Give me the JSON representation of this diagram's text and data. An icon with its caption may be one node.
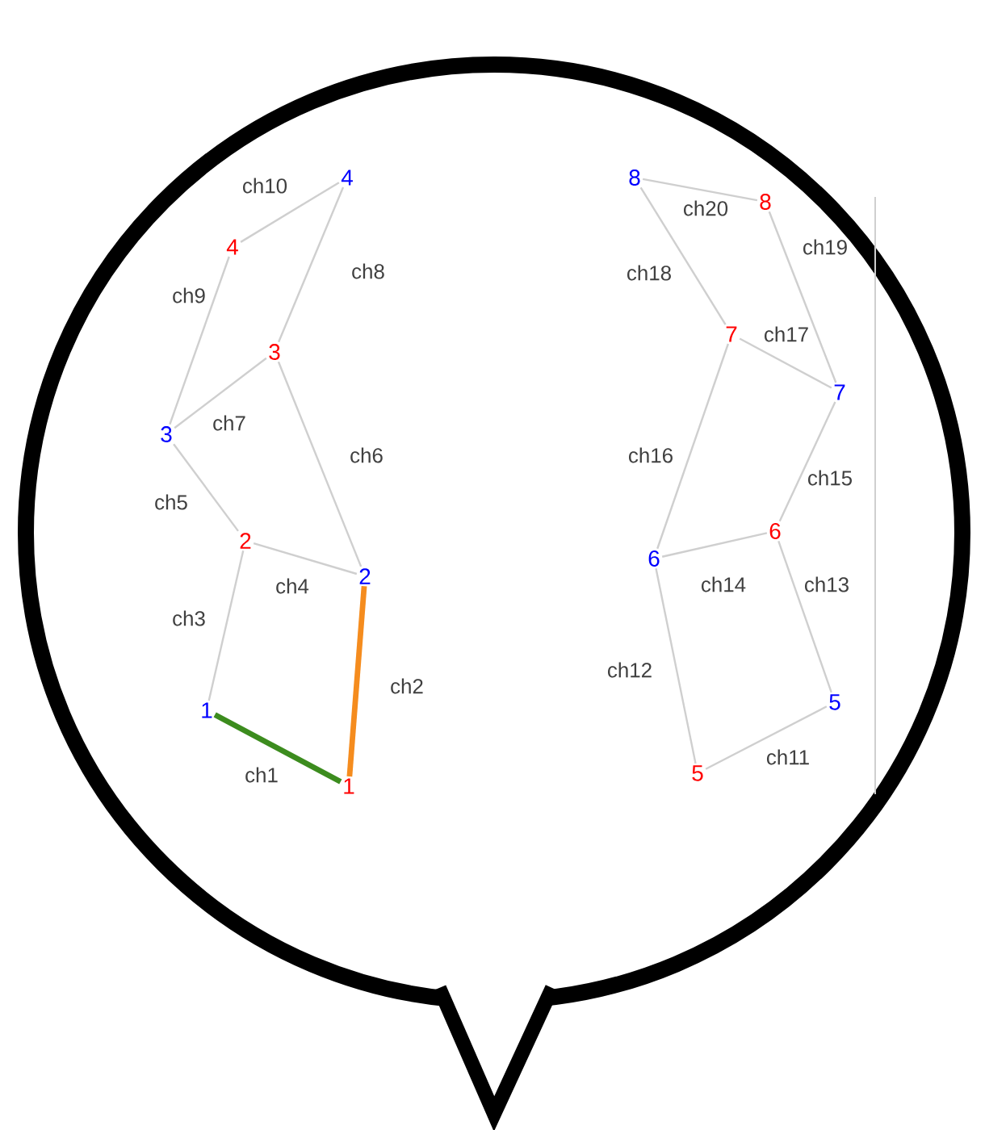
{
  "diagram": {
    "nodes": [
      {
        "text": [
          "1"
        ]
      },
      {
        "text": [
          "1"
        ]
      },
      {
        "text": [
          "2"
        ]
      },
      {
        "text": [
          "2"
        ]
      },
      {
        "text": [
          "3"
        ]
      },
      {
        "text": [
          "3"
        ]
      },
      {
        "text": [
          "4"
        ]
      },
      {
        "text": [
          "4"
        ]
      },
      {
        "text": [
          "5"
        ]
      },
      {
        "text": [
          "5"
        ]
      },
      {
        "text": [
          "6"
        ]
      },
      {
        "text": [
          "6"
        ]
      },
      {
        "text": [
          "7"
        ]
      },
      {
        "text": [
          "7"
        ]
      },
      {
        "text": [
          "8"
        ]
      },
      {
        "text": [
          "8"
        ]
      }
    ],
    "edges": [
      {
        "from": 0,
        "to": 1,
        "arrow": "none",
        "label": "ch1",
        "style": "thick",
        "color": "#3c8c1e"
      },
      {
        "from": 1,
        "to": 2,
        "arrow": "none",
        "label": "ch2",
        "style": "thick",
        "color": "#f58c1e"
      },
      {
        "from": 0,
        "to": 3,
        "arrow": "none",
        "label": "ch3"
      },
      {
        "from": 3,
        "to": 2,
        "arrow": "none",
        "label": "ch4"
      },
      {
        "from": 3,
        "to": 4,
        "arrow": "none",
        "label": "ch5"
      },
      {
        "from": 2,
        "to": 5,
        "arrow": "none",
        "label": "ch6"
      },
      {
        "from": 4,
        "to": 5,
        "arrow": "none",
        "label": "ch7"
      },
      {
        "from": 5,
        "to": 7,
        "arrow": "none",
        "label": "ch8"
      },
      {
        "from": 4,
        "to": 6,
        "arrow": "none",
        "label": "ch9"
      },
      {
        "from": 6,
        "to": 7,
        "arrow": "none",
        "label": "ch10"
      },
      {
        "from": 8,
        "to": 9,
        "arrow": "none",
        "label": "ch11"
      },
      {
        "from": 8,
        "to": 10,
        "arrow": "none",
        "label": "ch12"
      },
      {
        "from": 9,
        "to": 11,
        "arrow": "none",
        "label": "ch13"
      },
      {
        "from": 10,
        "to": 11,
        "arrow": "none",
        "label": "ch14"
      },
      {
        "from": 11,
        "to": 12,
        "arrow": "none",
        "label": "ch15"
      },
      {
        "from": 10,
        "to": 13,
        "arrow": "none",
        "label": "ch16"
      },
      {
        "from": 13,
        "to": 12,
        "arrow": "none",
        "label": "ch17"
      },
      {
        "from": 13,
        "to": 14,
        "arrow": "none",
        "label": "ch18"
      },
      {
        "from": 15,
        "to": 12,
        "arrow": "none",
        "label": "ch19"
      },
      {
        "from": 14,
        "to": 15,
        "arrow": "none",
        "label": "ch20"
      }
    ]
  }
}
